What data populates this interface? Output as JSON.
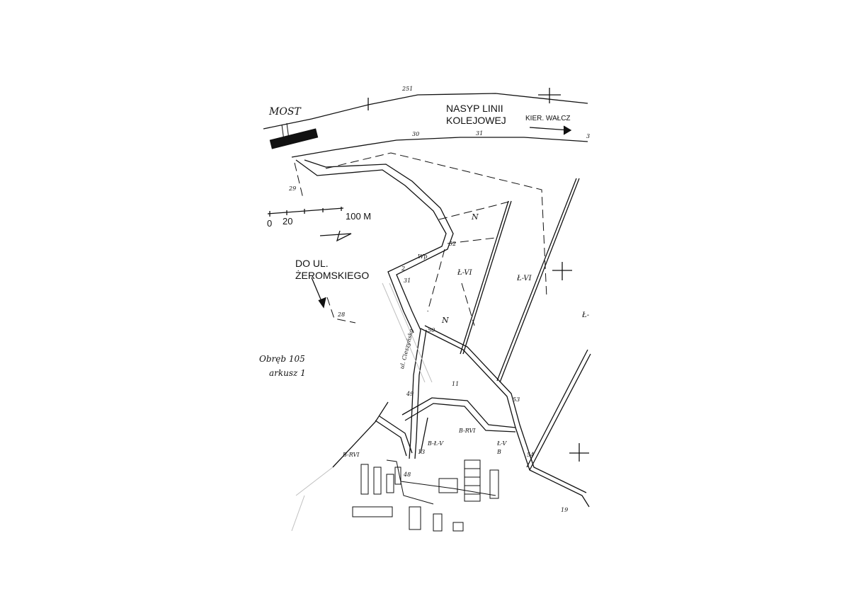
{
  "labels": {
    "most": "MOST",
    "embankment_line1": "NASYP LINII",
    "embankment_line2": "KOLEJOWEJ",
    "direction": "KIER. WAŁCZ",
    "to_street_line1": "DO UL.",
    "to_street_line2": "ŻEROMSKIEGO",
    "obreb": "Obręb 105",
    "arkusz": "arkusz 1",
    "street_name": "ul. Cieszyńska"
  },
  "scale_bar": {
    "zero": "0",
    "twenty": "20",
    "hundred": "100 M"
  },
  "parcel_numbers": {
    "p251": "251",
    "p30": "30",
    "p31top": "31",
    "p3": "3",
    "p29": "29",
    "p28": "28",
    "p52": "52",
    "p31": "31",
    "p2": "2",
    "p50": "50",
    "p11": "11",
    "p49": "49",
    "p53": "53",
    "p54": "54",
    "p13": "13",
    "p48": "48",
    "p19": "19"
  },
  "land_use": {
    "n1": "N",
    "n2": "N",
    "lvi1": "Ł-VI",
    "lvi2": "Ł-VI",
    "l_edge": "Ł-",
    "wp": "Wp",
    "brvi": "B-RVI",
    "bcv": "B-Ł-V",
    "lv_b": "Ł-V",
    "b": "B",
    "brvi2": "B-RVI"
  },
  "colors": {
    "ink": "#111111",
    "paper": "#ffffff",
    "faint": "#bfbfbf"
  }
}
